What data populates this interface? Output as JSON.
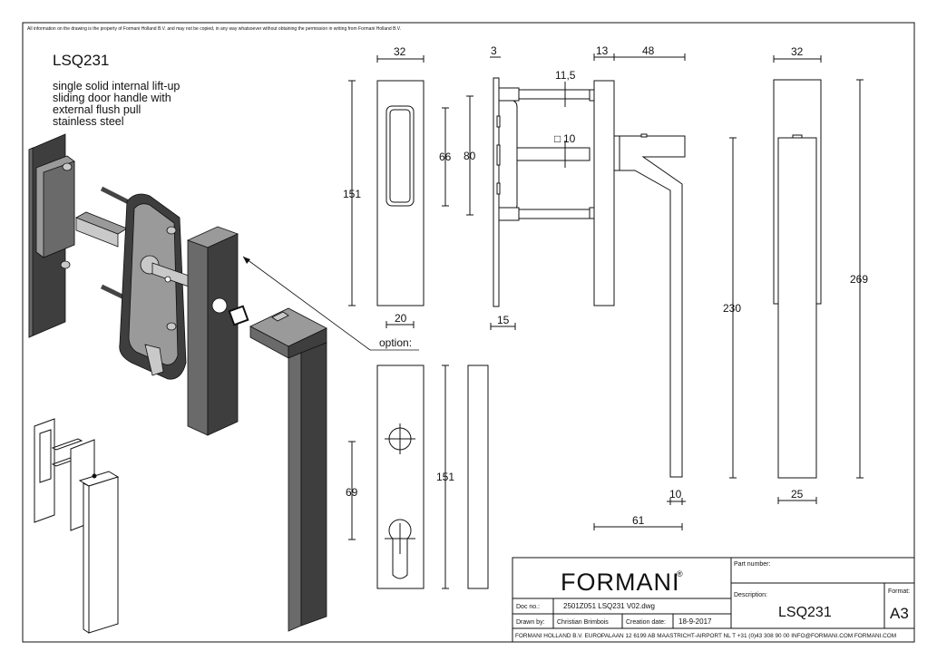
{
  "notice": "All information on the drawing is the property of Formani Holland B.V. and may not be copied, in any way whatsoever without obtaining the permission in writing from Formani Holland B.V.",
  "product": {
    "code": "LSQ231",
    "description_lines": [
      "single solid internal lift-up",
      "sliding door handle with",
      "external flush pull",
      "stainless steel"
    ]
  },
  "labels": {
    "option": "option:"
  },
  "dimensions": {
    "pull_width": "32",
    "pull_height": "151",
    "pull_recess_height": "66",
    "pull_recess_width": "20",
    "center_distance": "80",
    "plate_thickness": "3",
    "rose_thickness": "13",
    "lever_projection": "48",
    "screw_dia": "11,5",
    "spindle": "10",
    "spindle_prefix": "□",
    "door_min": "15",
    "lever_length": "230",
    "lever_width": "10",
    "lever_drop": "61",
    "front_width": "32",
    "front_height": "269",
    "front_bottom_width": "25",
    "option_plate_height": "151",
    "option_hole_distance": "69"
  },
  "title_block": {
    "brand": "FORMANI",
    "registered": "®",
    "part_number_label": "Part number:",
    "part_number_value": "",
    "description_label": "Description:",
    "description_value": "LSQ231",
    "format_label": "Format:",
    "format_value": "A3",
    "doc_no_label": "Doc no.:",
    "doc_no_value": "2501Z051 LSQ231 V02.dwg",
    "drawn_by_label": "Drawn by:",
    "drawn_by_value": "Christian Brimbois",
    "creation_date_label": "Creation date:",
    "creation_date_value": "18-9-2017",
    "footer": "FORMANI HOLLAND B.V.  EUROPALAAN 12  6199 AB MAASTRICHT-AIRPORT NL  T +31 (0)43 308 90 00 INFO@FORMANI.COM FORMANI.COM"
  }
}
